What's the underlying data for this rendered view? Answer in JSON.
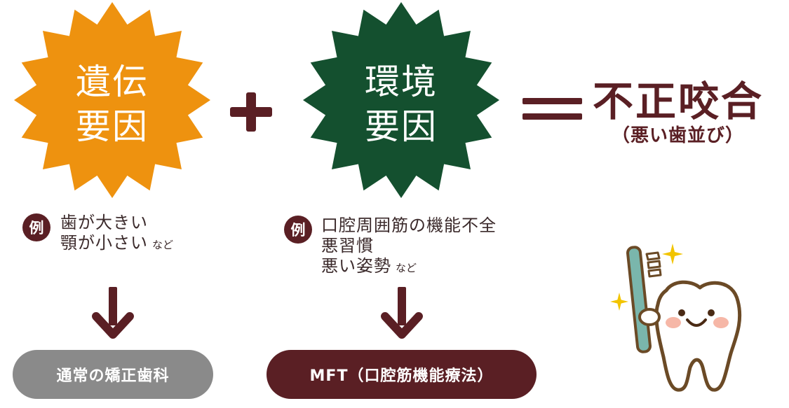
{
  "colors": {
    "genetic": "#ee920f",
    "environment": "#14502f",
    "dark": "#5a1f24",
    "gray": "#8a8a8a",
    "text": "#3b2a2b"
  },
  "genetic": {
    "title_line1": "遺伝",
    "title_line2": "要因",
    "example_badge": "例",
    "examples": [
      "歯が大きい",
      "顎が小さい"
    ],
    "nado": "など",
    "treatment": "通常の矯正歯科"
  },
  "environment": {
    "title_line1": "環境",
    "title_line2": "要因",
    "example_badge": "例",
    "examples": [
      "口腔周囲筋の機能不全",
      "悪習慣",
      "悪い姿勢"
    ],
    "nado": "など",
    "treatment": "MFT（口腔筋機能療法）"
  },
  "result": {
    "title": "不正咬合",
    "subtitle": "（悪い歯並び）"
  },
  "icons": {
    "plus": "plus-icon",
    "equals": "equals-icon",
    "arrow": "down-arrow-icon",
    "sparkle": "sparkle-icon",
    "tooth": "tooth-character-icon",
    "toothbrush": "toothbrush-icon"
  }
}
